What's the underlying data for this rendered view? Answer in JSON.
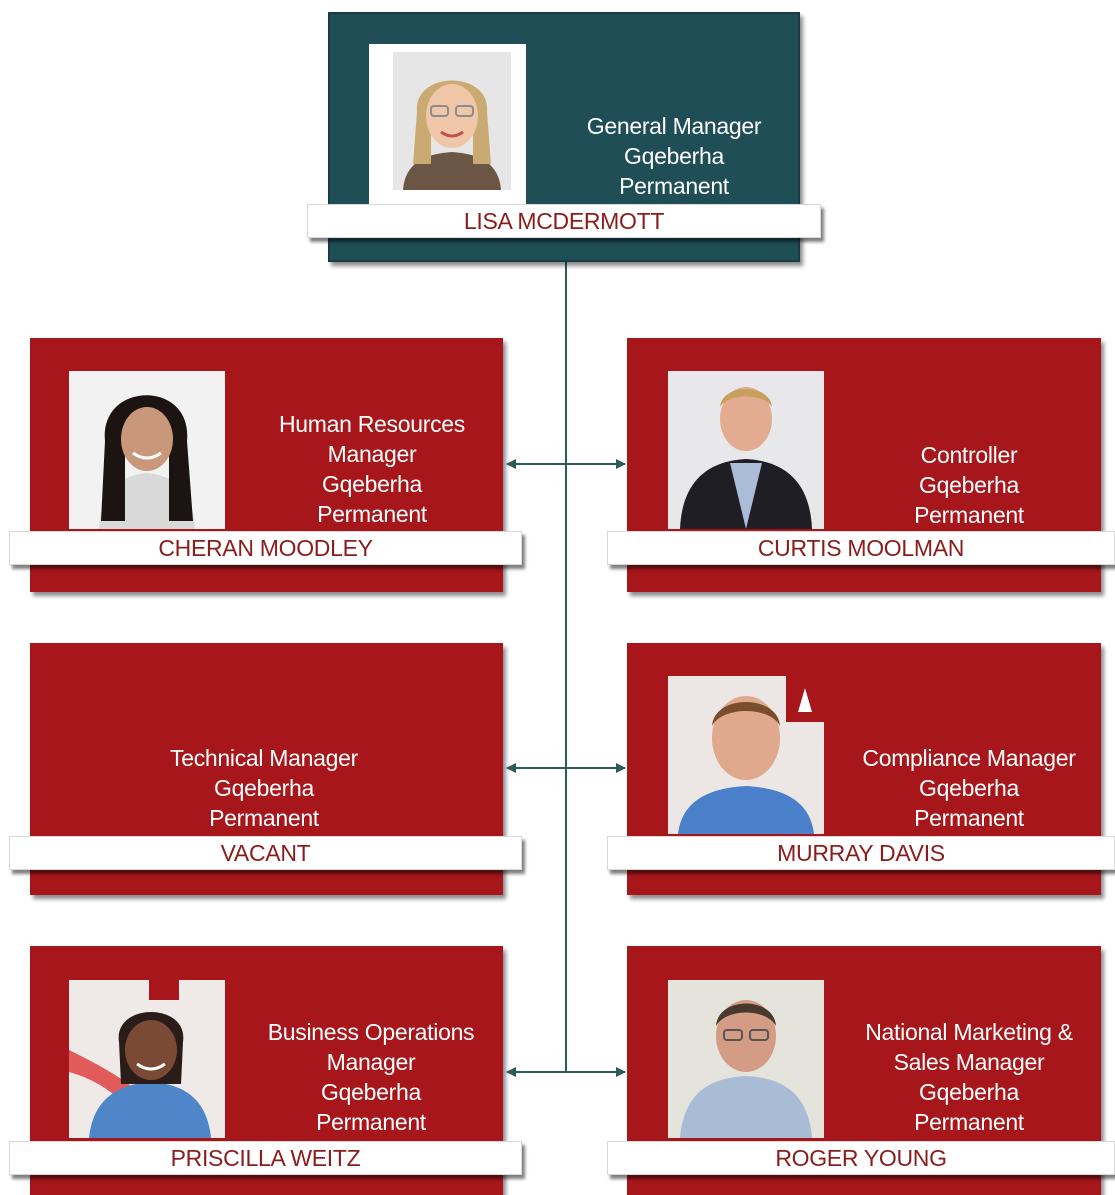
{
  "colors": {
    "top_card": "#1f4e57",
    "card": "#a6161b",
    "name_text": "#8b1c1c",
    "connector": "#2f5a5a"
  },
  "people": {
    "gm": {
      "title_lines": [
        "General Manager",
        "Gqeberha",
        "Permanent"
      ],
      "name": "LISA  MCDERMOTT"
    },
    "hr": {
      "title_lines": [
        "Human Resources",
        "Manager",
        "Gqeberha",
        "Permanent"
      ],
      "name": "CHERAN MOODLEY"
    },
    "controller": {
      "title_lines": [
        "Controller",
        "Gqeberha",
        "Permanent"
      ],
      "name": "CURTIS MOOLMAN"
    },
    "technical": {
      "title_lines": [
        "Technical Manager",
        "Gqeberha",
        "Permanent"
      ],
      "name": "VACANT"
    },
    "compliance": {
      "title_lines": [
        "Compliance Manager",
        "Gqeberha",
        "Permanent"
      ],
      "name": "MURRAY DAVIS"
    },
    "bizops": {
      "title_lines": [
        "Business Operations",
        "Manager",
        "Gqeberha",
        "Permanent"
      ],
      "name": "PRISCILLA WEITZ"
    },
    "marketing": {
      "title_lines": [
        "National Marketing &",
        "Sales Manager",
        "Gqeberha",
        "Permanent"
      ],
      "name": "ROGER YOUNG"
    }
  }
}
